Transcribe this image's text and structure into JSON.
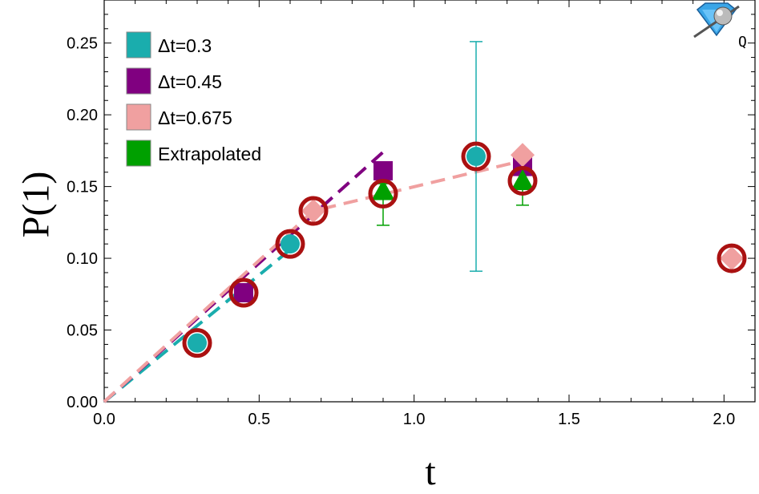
{
  "chart_data": {
    "type": "scatter",
    "xlabel": "t",
    "ylabel": "P(1)",
    "xlim": [
      0,
      2.1
    ],
    "ylim": [
      0,
      0.28
    ],
    "x_ticks": [
      0.0,
      0.5,
      1.0,
      1.5,
      2.0
    ],
    "x_tick_labels": [
      "0.0",
      "0.5",
      "1.0",
      "1.5",
      "2.0"
    ],
    "y_ticks": [
      0.0,
      0.05,
      0.1,
      0.15,
      0.2,
      0.25
    ],
    "y_tick_labels": [
      "0.00",
      "0.05",
      "0.10",
      "0.15",
      "0.20",
      "0.25"
    ],
    "grid": false,
    "legend_position": "top-left",
    "logo_text": "Q",
    "series": [
      {
        "name": "Δt=0.3",
        "marker": "circle",
        "color": "#1aadad",
        "points": [
          {
            "x": 0.3,
            "y": 0.041
          },
          {
            "x": 0.6,
            "y": 0.11
          },
          {
            "x": 1.2,
            "y": 0.171,
            "err_low": 0.091,
            "err_high": 0.251
          }
        ],
        "fit_line": [
          [
            0.0,
            0.0
          ],
          [
            0.6,
            0.106
          ]
        ]
      },
      {
        "name": "Δt=0.45",
        "marker": "square",
        "color": "#800080",
        "points": [
          {
            "x": 0.45,
            "y": 0.076
          },
          {
            "x": 0.9,
            "y": 0.161
          },
          {
            "x": 1.35,
            "y": 0.164
          }
        ],
        "fit_line": [
          [
            0.0,
            0.0
          ],
          [
            0.9,
            0.174
          ]
        ]
      },
      {
        "name": "Δt=0.675",
        "marker": "diamond",
        "color": "#f0a0a0",
        "points": [
          {
            "x": 0.675,
            "y": 0.133
          },
          {
            "x": 1.35,
            "y": 0.172
          },
          {
            "x": 2.025,
            "y": 0.1
          }
        ],
        "fit_line": [
          [
            0.0,
            0.0
          ],
          [
            0.675,
            0.133
          ],
          [
            1.35,
            0.168
          ]
        ]
      },
      {
        "name": "Extrapolated",
        "marker": "triangle",
        "color": "#00a000",
        "points": [
          {
            "x": 0.9,
            "y": 0.147,
            "err_low": 0.123,
            "err_high": 0.152
          },
          {
            "x": 1.35,
            "y": 0.154,
            "err_low": 0.137,
            "err_high": 0.166
          }
        ]
      }
    ],
    "highlight_circles": {
      "color": "#aa1111",
      "points": [
        {
          "x": 0.3,
          "y": 0.041
        },
        {
          "x": 0.45,
          "y": 0.076
        },
        {
          "x": 0.6,
          "y": 0.11
        },
        {
          "x": 0.675,
          "y": 0.133
        },
        {
          "x": 0.9,
          "y": 0.145
        },
        {
          "x": 1.2,
          "y": 0.171
        },
        {
          "x": 1.35,
          "y": 0.154
        },
        {
          "x": 2.025,
          "y": 0.1
        }
      ]
    }
  }
}
